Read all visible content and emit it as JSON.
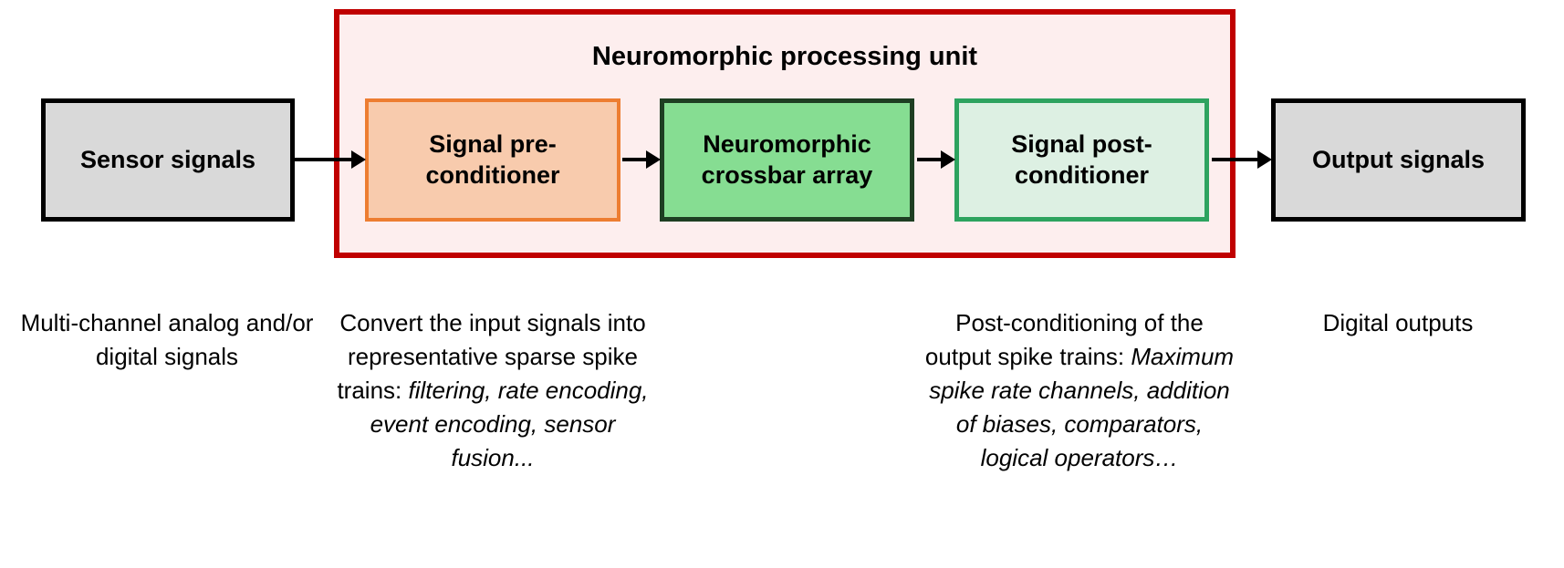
{
  "diagram": {
    "npu_title": "Neuromorphic processing unit",
    "container": {
      "fill": "#FDEEEE",
      "border": "#C00000"
    },
    "nodes": [
      {
        "id": "sensor-signals",
        "label": "Sensor signals",
        "fill": "#D9D9D9",
        "border": "#000000"
      },
      {
        "id": "signal-pre-conditioner",
        "label": "Signal pre-conditioner",
        "fill": "#F8CBAD",
        "border": "#ED7D31"
      },
      {
        "id": "neuromorphic-crossbar-array",
        "label": "Neuromorphic crossbar array",
        "fill": "#86DD92",
        "border": "#1E3E22"
      },
      {
        "id": "signal-post-conditioner",
        "label": "Signal post-conditioner",
        "fill": "#DDF0E3",
        "border": "#2DA35F"
      },
      {
        "id": "output-signals",
        "label": "Output signals",
        "fill": "#D9D9D9",
        "border": "#000000"
      }
    ],
    "captions": [
      {
        "text": "Multi-channel analog and/or digital signals",
        "italic": ""
      },
      {
        "text": "Convert the input signals into representative sparse spike trains: ",
        "italic": "filtering, rate encoding, event encoding, sensor fusion..."
      },
      {
        "text": "Post-conditioning of the output spike trains: ",
        "italic": "Maximum spike rate channels, addition of biases, comparators, logical operators…"
      },
      {
        "text": "Digital outputs",
        "italic": ""
      }
    ]
  }
}
